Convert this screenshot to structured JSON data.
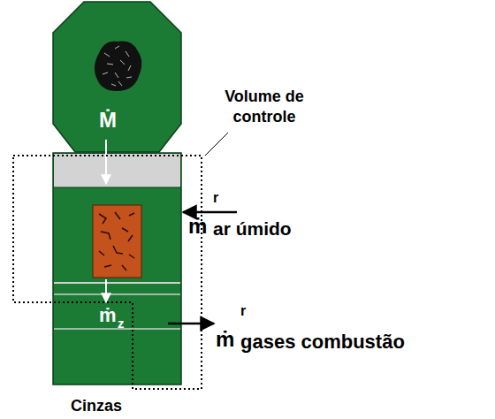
{
  "diagram": {
    "nodes": [
      {
        "text": [
          "Ṁ"
        ]
      },
      {
        "text": [
          "ṁ",
          "z"
        ]
      }
    ],
    "labels": [
      "Volume de controle",
      "ṁ",
      "r",
      "ar úmido",
      "ṁ",
      "r",
      "gases combustão",
      "Cinzas"
    ]
  }
}
